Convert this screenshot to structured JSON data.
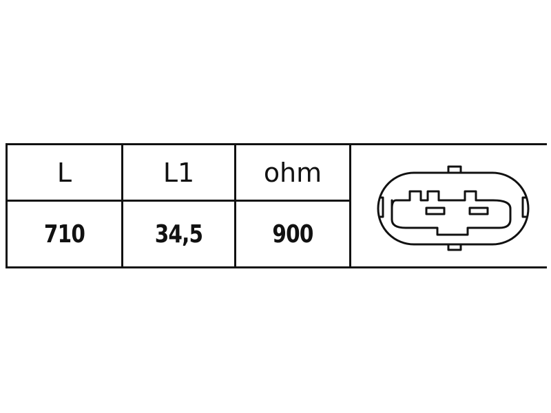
{
  "table": {
    "headers": [
      "L",
      "L1",
      "ohm"
    ],
    "values": [
      "710",
      "34,5",
      "900"
    ]
  },
  "connector": {
    "icon": "two-pin-connector-icon",
    "pins": 2,
    "color": "#111111"
  }
}
